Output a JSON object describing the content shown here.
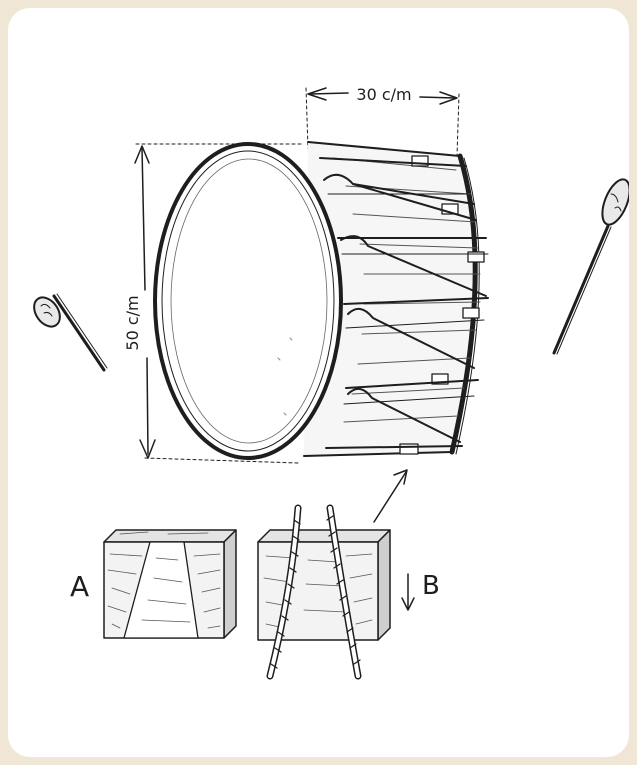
{
  "labels": {
    "width_dimension": "30 c/m",
    "height_dimension": "50 c/m",
    "block_a": "A",
    "block_b": "B"
  },
  "colors": {
    "page_background": "#efe6d6",
    "card_background": "#ffffff",
    "ink": "#1e1e1e"
  }
}
